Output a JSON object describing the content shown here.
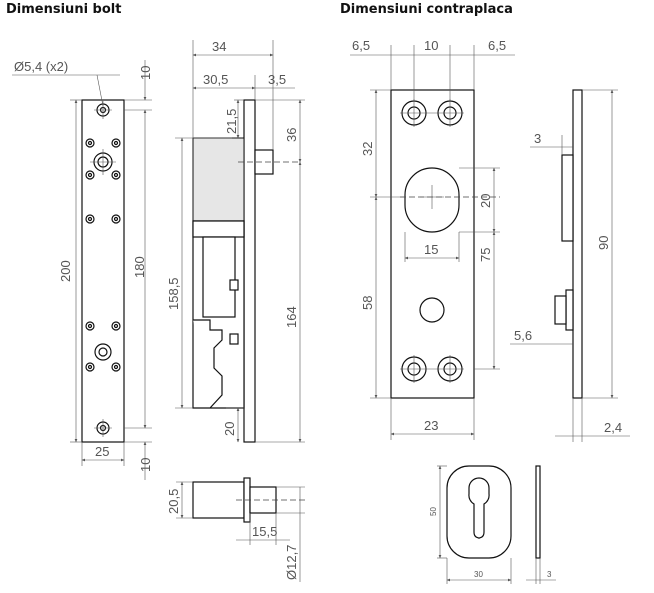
{
  "titles": {
    "bolt": "Dimensiuni bolt",
    "strike": "Dimensiuni contraplaca"
  },
  "bolt_front": {
    "hole_diameter": "Ø5,4 (x2)",
    "top_offset": "10",
    "length_total": "200",
    "hole_spacing": "180",
    "width": "25",
    "bottom_offset": "10"
  },
  "bolt_side": {
    "width_total": "34",
    "body_width": "30,5",
    "plate_thickness": "3,5",
    "top_to_body": "21,5",
    "pin_center": "36",
    "body_length": "158,5",
    "stroke_length": "164",
    "bottom_offset": "20"
  },
  "bolt_pin": {
    "body_height": "20,5",
    "pin_length": "15,5",
    "pin_diameter": "Ø12,7"
  },
  "strike_front": {
    "left_margin": "6,5",
    "center_spacing": "10",
    "right_margin": "6,5",
    "top_to_slot": "32",
    "slot_height": "20",
    "slot_width": "15",
    "slot_to_bottom": "75",
    "hole_spacing": "58",
    "width": "23"
  },
  "strike_side": {
    "lip_depth": "3",
    "length": "90",
    "offset": "5,6",
    "thickness": "2,4"
  },
  "escutcheon": {
    "height": "50",
    "width": "30",
    "thickness": "3"
  }
}
